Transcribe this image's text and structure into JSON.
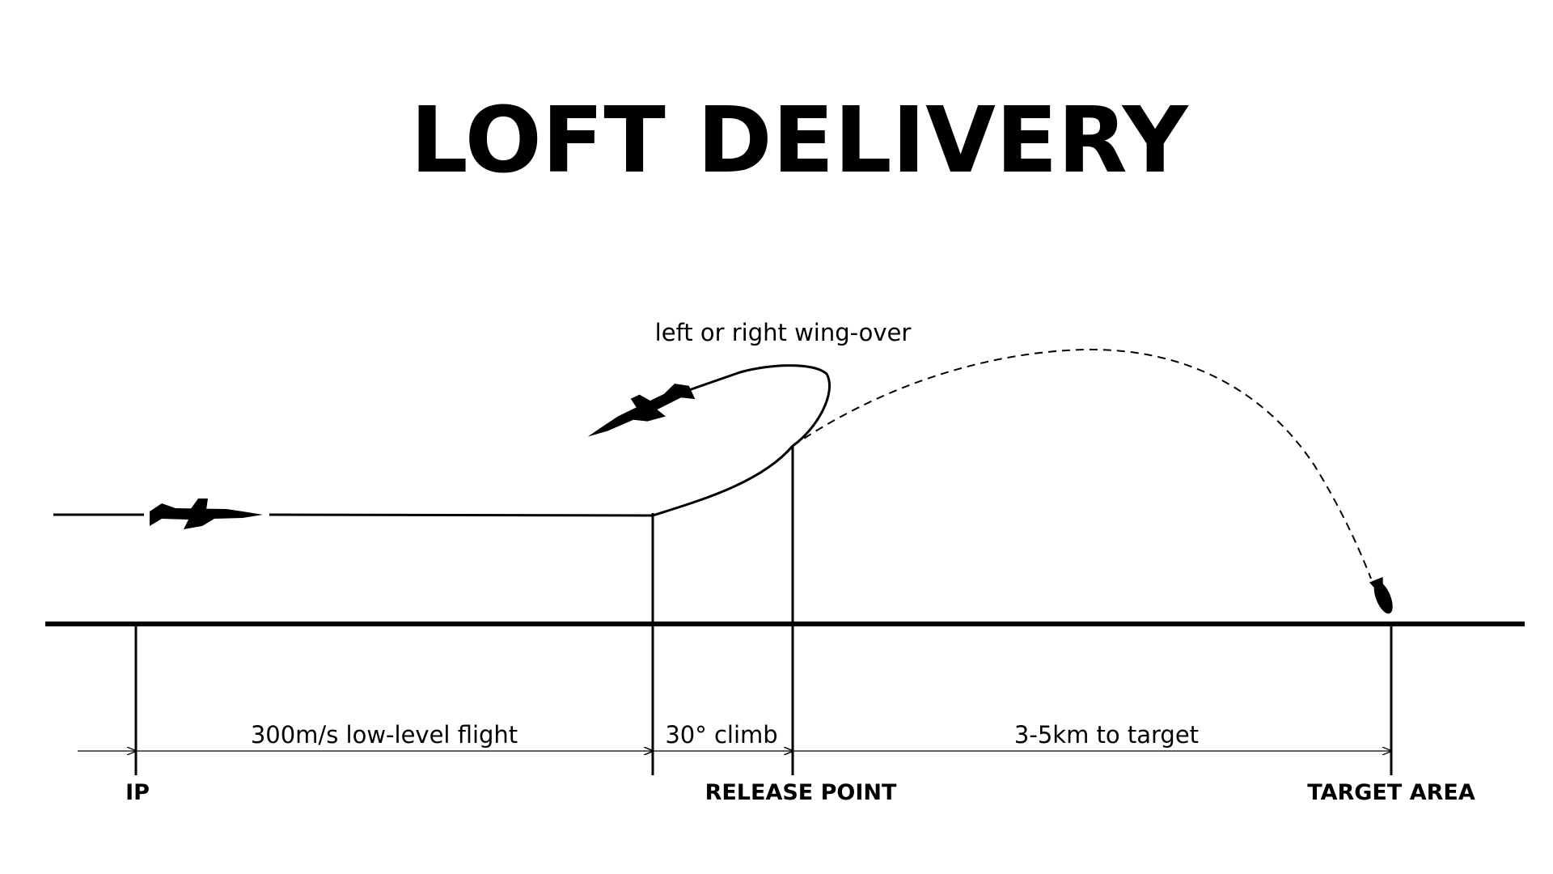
{
  "title": "LOFT DELIVERY",
  "annotations": {
    "wing_over": "left or right wing-over"
  },
  "segments": {
    "low_level": "300m/s low-level flight",
    "climb": "30° climb",
    "to_target": "3-5km to target"
  },
  "points": {
    "ip": "IP",
    "release": "RELEASE POINT",
    "target": "TARGET AREA"
  },
  "icons": {
    "aircraft": "jet-aircraft-icon",
    "bomb": "bomb-icon"
  },
  "colors": {
    "ink": "#000000",
    "background": "#ffffff"
  }
}
